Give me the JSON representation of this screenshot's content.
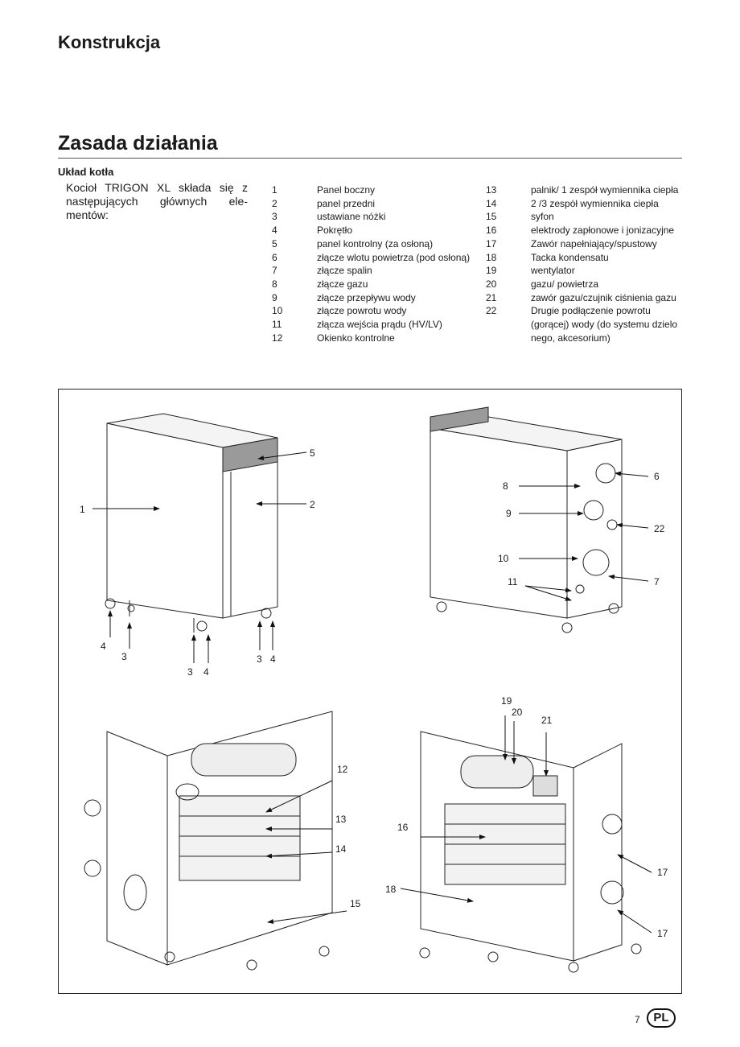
{
  "header": {
    "title": "Konstrukcja"
  },
  "section": {
    "title": "Zasada działania",
    "subheading": "Układ kotła",
    "intro": "Kocioł TRIGON XL składa się z następujących głównych ele-mentów:"
  },
  "parts_left": [
    {
      "num": "1",
      "text": "Panel boczny"
    },
    {
      "num": "2",
      "text": "panel przedni"
    },
    {
      "num": "3",
      "text": "ustawiane nóżki"
    },
    {
      "num": "4",
      "text": "Pokrętło"
    },
    {
      "num": "5",
      "text": "panel kontrolny (za osłoną)"
    },
    {
      "num": "6",
      "text": "złącze wlotu powietrza (pod osłoną)"
    },
    {
      "num": "7",
      "text": "złącze spalin"
    },
    {
      "num": "8",
      "text": "złącze gazu"
    },
    {
      "num": "9",
      "text": "złącze przepływu wody"
    },
    {
      "num": "10",
      "text": "złącze powrotu wody"
    },
    {
      "num": "11",
      "text": "złącza wejścia prądu (HV/LV)"
    },
    {
      "num": "12",
      "text": "Okienko kontrolne"
    }
  ],
  "parts_right": [
    {
      "num": "13",
      "text": "palnik/ 1 zespół wymiennika ciepła"
    },
    {
      "num": "14",
      "text": "2 /3 zespół wymiennika ciepła"
    },
    {
      "num": "15",
      "text": "syfon"
    },
    {
      "num": "16",
      "text": "elektrody zapłonowe i jonizacyjne"
    },
    {
      "num": "17",
      "text": "Zawór napełniający/spustowy"
    },
    {
      "num": "18",
      "text": "Tacka kondensatu"
    },
    {
      "num": "19",
      "text": "wentylator"
    },
    {
      "num": "20",
      "text": "gazu/ powietrza"
    },
    {
      "num": "21",
      "text": "zawór gazu/czujnik ciśnienia gazu"
    },
    {
      "num": "22",
      "text": "Drugie podłączenie powrotu (gorącej) wody (do systemu dzielo nego, akcesorium)"
    }
  ],
  "callouts": {
    "c1": "1",
    "c2": "2",
    "c3a": "3",
    "c3b": "3",
    "c3c": "3",
    "c4a": "4",
    "c4b": "4",
    "c4c": "4",
    "c5": "5",
    "c6": "6",
    "c7": "7",
    "c8": "8",
    "c9": "9",
    "c10": "10",
    "c11": "11",
    "c22": "22",
    "c12": "12",
    "c13": "13",
    "c14": "14",
    "c15": "15",
    "c16": "16",
    "c17a": "17",
    "c17b": "17",
    "c18": "18",
    "c19": "19",
    "c20": "20",
    "c21": "21"
  },
  "footer": {
    "page_number": "7",
    "country_code": "PL"
  }
}
